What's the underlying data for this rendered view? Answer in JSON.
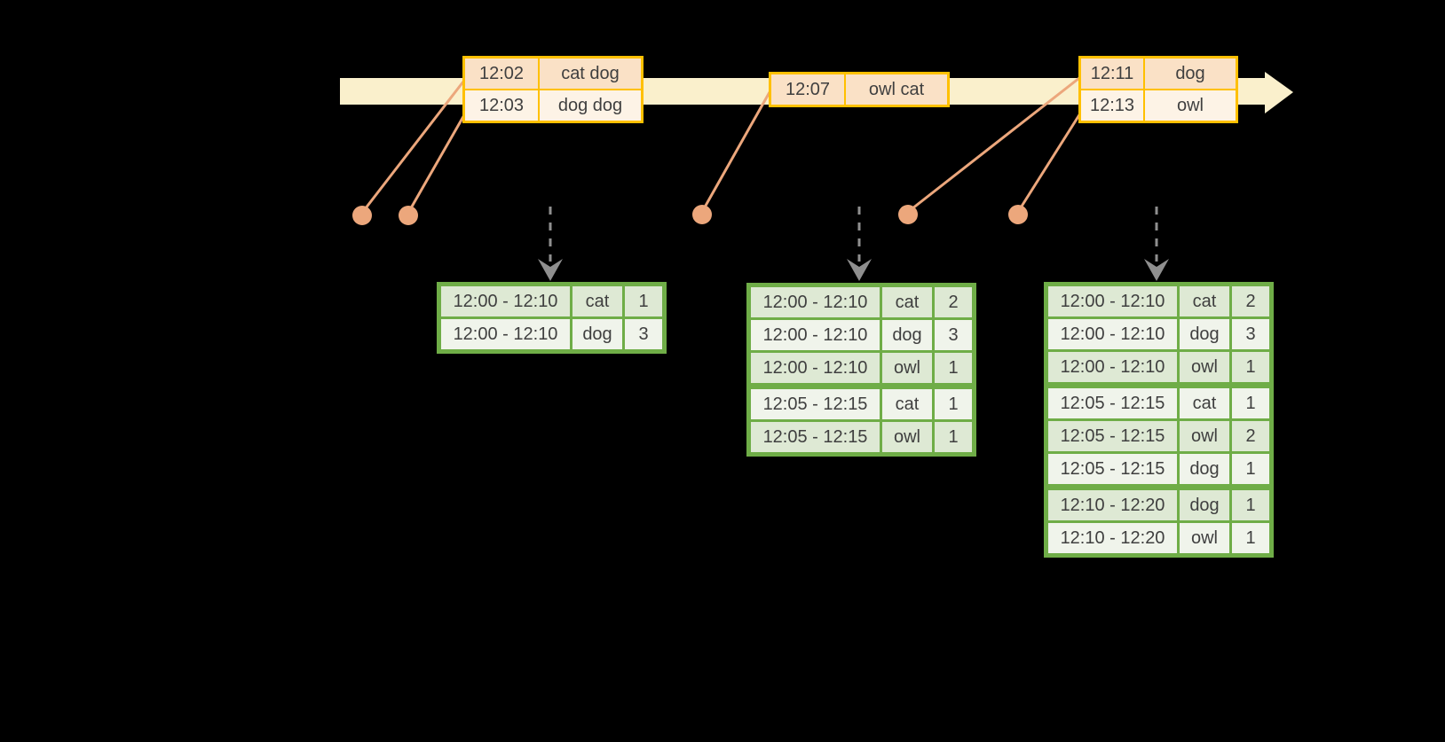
{
  "colors": {
    "background": "#000000",
    "timeline_fill": "#FAF0CC",
    "event_table_border": "#FFC000",
    "event_row_dark": "#FAE1C6",
    "event_row_light": "#FDF3E6",
    "connector": "#ECA77C",
    "result_table_border": "#6FAD47",
    "result_row_dark": "#DEE9D4",
    "result_row_light": "#F0F4EB",
    "trigger_arrow": "#8F8F8F",
    "text": "#3F3F3F"
  },
  "icons": {
    "timeline_arrowhead": "right-arrow",
    "event_marker": "dot",
    "trigger": "dashed-down-arrow"
  },
  "event_tables": [
    {
      "rows": [
        {
          "time": "12:02",
          "words": "cat dog"
        },
        {
          "time": "12:03",
          "words": "dog dog"
        }
      ]
    },
    {
      "rows": [
        {
          "time": "12:07",
          "words": "owl cat"
        }
      ]
    },
    {
      "rows": [
        {
          "time": "12:11",
          "words": "dog"
        },
        {
          "time": "12:13",
          "words": "owl"
        }
      ]
    }
  ],
  "result_tables": [
    {
      "rows": [
        {
          "window": "12:00 - 12:10",
          "word": "cat",
          "count": "1"
        },
        {
          "window": "12:00 - 12:10",
          "word": "dog",
          "count": "3"
        }
      ]
    },
    {
      "rows": [
        {
          "window": "12:00 - 12:10",
          "word": "cat",
          "count": "2"
        },
        {
          "window": "12:00 - 12:10",
          "word": "dog",
          "count": "3"
        },
        {
          "window": "12:00 - 12:10",
          "word": "owl",
          "count": "1"
        },
        {
          "window": "12:05 - 12:15",
          "word": "cat",
          "count": "1"
        },
        {
          "window": "12:05 - 12:15",
          "word": "owl",
          "count": "1"
        }
      ]
    },
    {
      "rows": [
        {
          "window": "12:00 - 12:10",
          "word": "cat",
          "count": "2"
        },
        {
          "window": "12:00 - 12:10",
          "word": "dog",
          "count": "3"
        },
        {
          "window": "12:00 - 12:10",
          "word": "owl",
          "count": "1"
        },
        {
          "window": "12:05 - 12:15",
          "word": "cat",
          "count": "1"
        },
        {
          "window": "12:05 - 12:15",
          "word": "owl",
          "count": "2"
        },
        {
          "window": "12:05 - 12:15",
          "word": "dog",
          "count": "1"
        },
        {
          "window": "12:10 - 12:20",
          "word": "dog",
          "count": "1"
        },
        {
          "window": "12:10 - 12:20",
          "word": "owl",
          "count": "1"
        }
      ]
    }
  ]
}
